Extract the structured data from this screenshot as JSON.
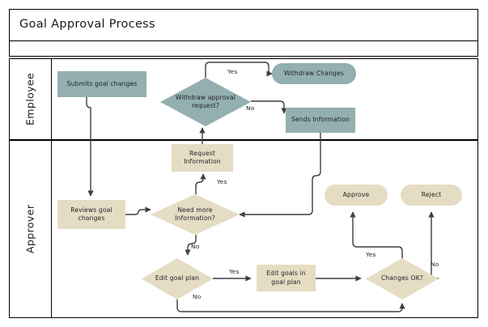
{
  "diagram": {
    "title": "Goal Approval Process",
    "subtitle": "",
    "colors": {
      "employee_fill": "#93afaf",
      "approver_fill": "#e5dcc4",
      "line": "#3f3f3f",
      "border": "#000000",
      "text": "#232323"
    }
  },
  "lanes": [
    {
      "id": "employee",
      "label": "Employee"
    },
    {
      "id": "approver",
      "label": "Approver"
    }
  ],
  "nodes": {
    "submits_goal_changes": {
      "label": "Submits goal changes",
      "shape": "rect",
      "lane": "employee"
    },
    "withdraw_approval_request": {
      "label": "Withdraw approval request?",
      "shape": "diamond",
      "lane": "employee"
    },
    "withdraw_changes": {
      "label": "Withdraw Changes",
      "shape": "stadium",
      "lane": "employee"
    },
    "sends_information": {
      "label": "Sends Information",
      "shape": "rect",
      "lane": "employee"
    },
    "request_information": {
      "label": "Request Information",
      "shape": "rect",
      "lane": "approver"
    },
    "reviews_goal_changes": {
      "label": "Reviews goal changes",
      "shape": "rect",
      "lane": "approver"
    },
    "need_more_information": {
      "label": "Need more Information?",
      "shape": "diamond",
      "lane": "approver"
    },
    "approve": {
      "label": "Approve",
      "shape": "stadium",
      "lane": "approver"
    },
    "reject": {
      "label": "Reject",
      "shape": "stadium",
      "lane": "approver"
    },
    "edit_goal_plan": {
      "label": "Edit goal plan",
      "shape": "diamond",
      "lane": "approver"
    },
    "edit_goals_in_goal_plan": {
      "label": "Edit goals in goal plan",
      "shape": "rect",
      "lane": "approver"
    },
    "changes_ok": {
      "label": "Changes OK?",
      "shape": "diamond",
      "lane": "approver"
    }
  },
  "edge_labels": {
    "withdraw_yes": "Yes",
    "withdraw_no": "No",
    "need_more_yes": "Yes",
    "need_more_no": "No",
    "edit_goal_yes": "Yes",
    "edit_goal_no": "No",
    "changes_ok_yes": "Yes",
    "changes_ok_no": "No"
  }
}
